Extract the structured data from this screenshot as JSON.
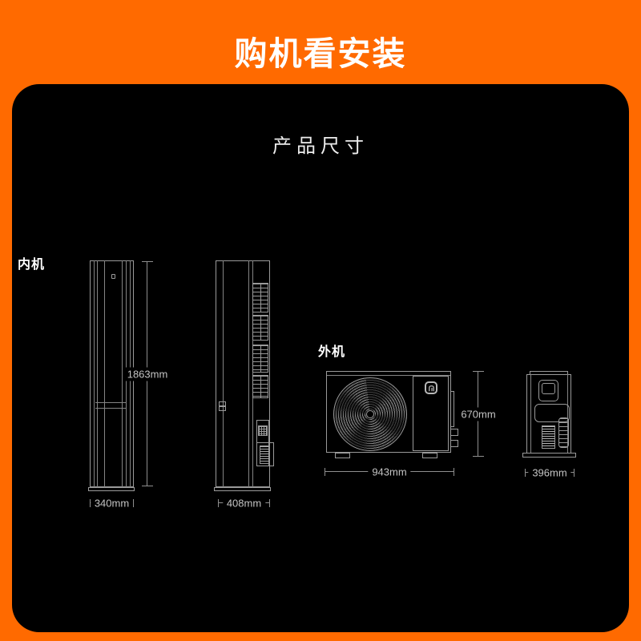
{
  "header": {
    "title": "购机看安装"
  },
  "panel": {
    "title": "产品尺寸",
    "indoor": {
      "label": "内机",
      "front": {
        "height": "1863mm",
        "width": "340mm"
      },
      "side": {
        "depth": "408mm"
      }
    },
    "outdoor": {
      "label": "外机",
      "front": {
        "height": "670mm",
        "width": "943mm"
      },
      "side": {
        "depth": "396mm"
      }
    }
  },
  "icons": {
    "mijia_logo": "mijia-brand-logo",
    "fan": "fan-grille"
  },
  "colors": {
    "accent_orange": "#ff6a00",
    "panel_black": "#000000",
    "line_gray": "#9a9a9a",
    "dim_text_gray": "#c4c4c4"
  }
}
